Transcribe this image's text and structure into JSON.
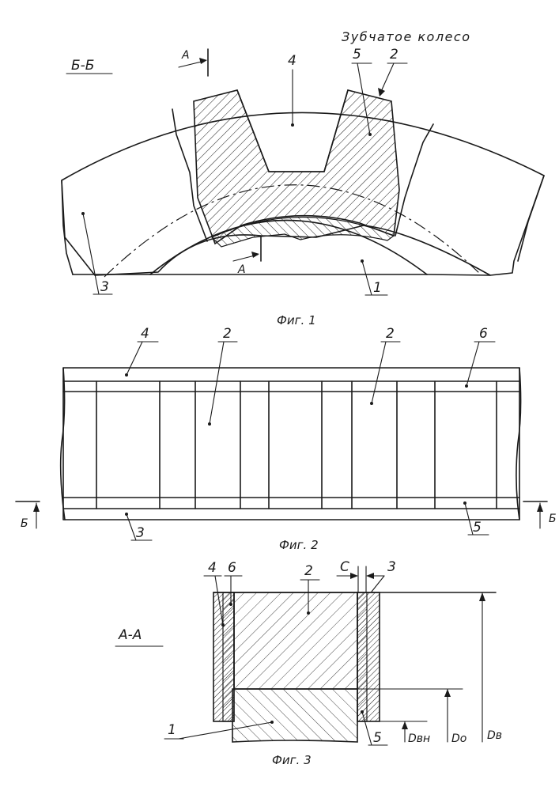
{
  "title": "Зубчатое колесо",
  "figure1": {
    "section_label": "Б-Б",
    "section_marker": "А",
    "callouts": [
      "4",
      "5",
      "2",
      "3",
      "1"
    ],
    "caption": "Фиг. 1"
  },
  "figure2": {
    "section_marker": "Б",
    "callouts": [
      "4",
      "2",
      "2",
      "6",
      "3",
      "5"
    ],
    "caption": "Фиг. 2"
  },
  "figure3": {
    "section_label": "А-А",
    "callouts": [
      "4",
      "6",
      "2",
      "3",
      "1",
      "5"
    ],
    "dimension_c": "С",
    "dimensions": [
      "Dвн",
      "Dо",
      "Dв"
    ],
    "caption": "Фиг. 3"
  }
}
